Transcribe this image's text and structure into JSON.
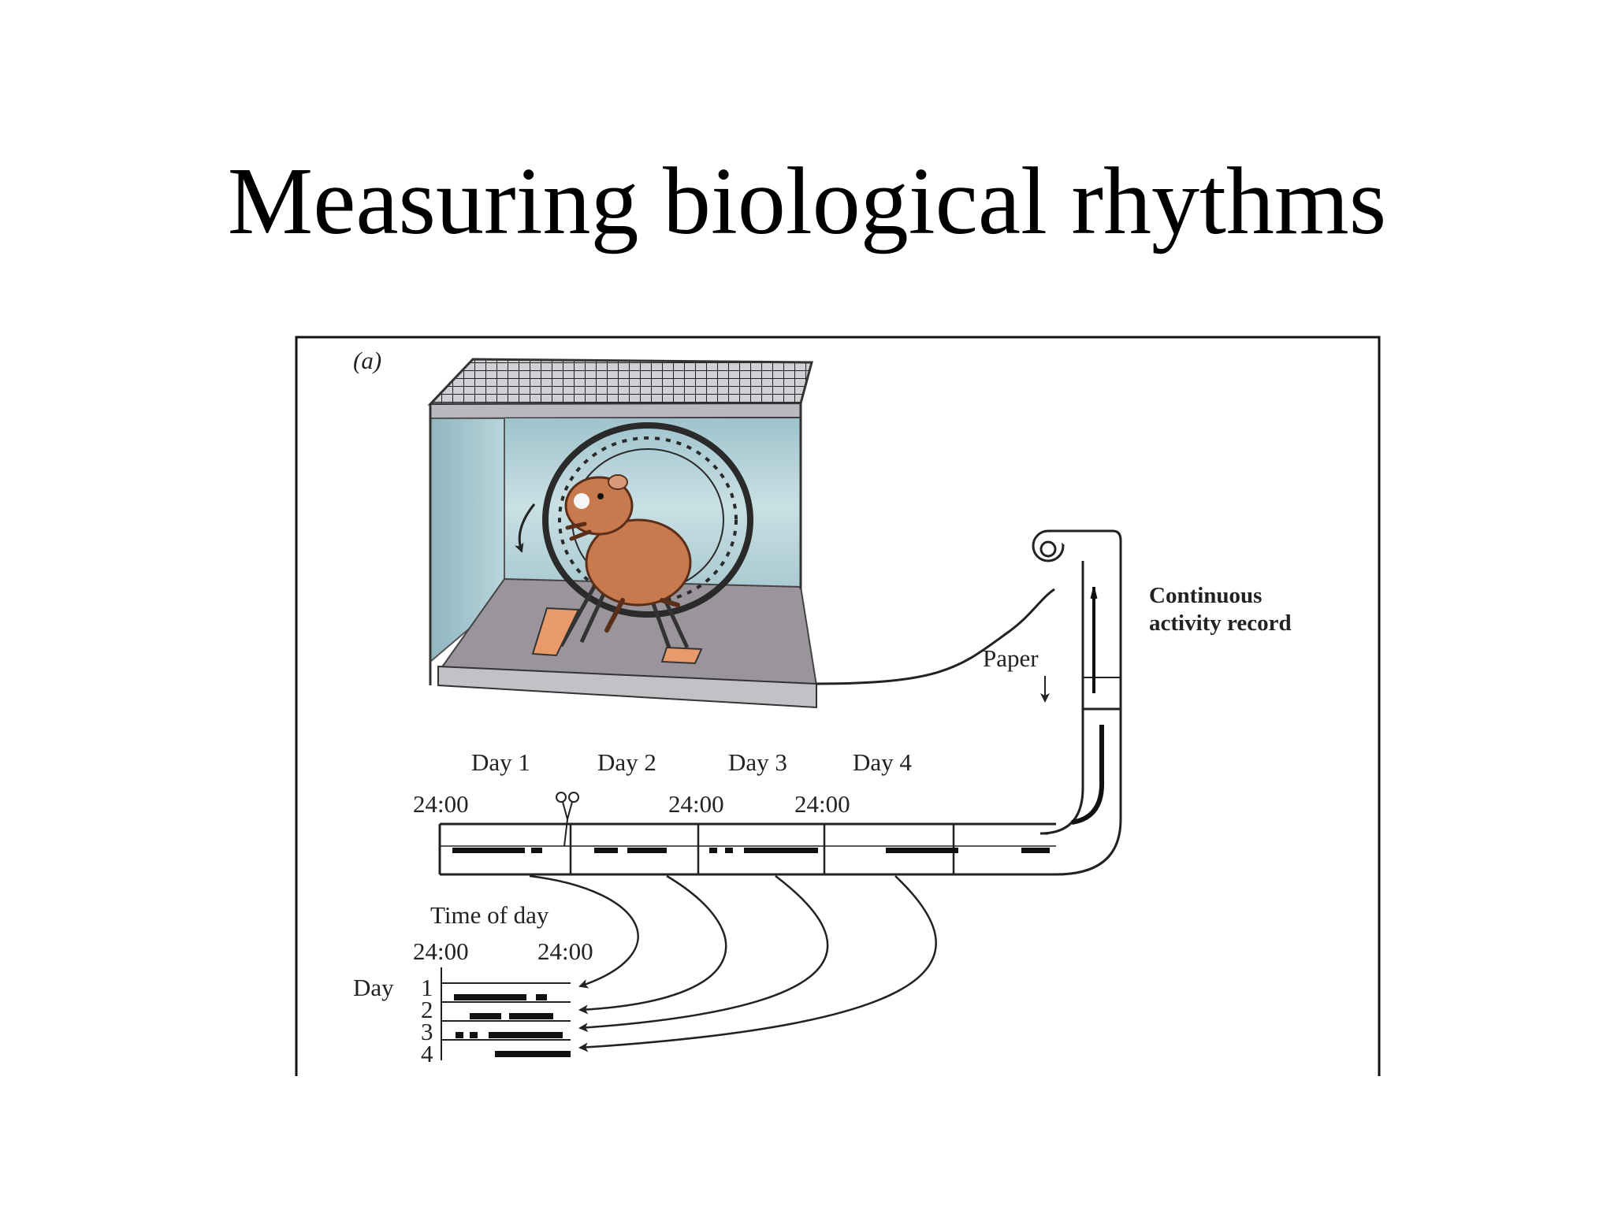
{
  "slide": {
    "title": "Measuring biological rhythms"
  },
  "figure": {
    "panel_label": "(a)",
    "record_label_line1": "Continuous",
    "record_label_line2": "activity record",
    "paper_label": "Paper",
    "strip": {
      "day_labels": [
        "Day 1",
        "Day 2",
        "Day 3",
        "Day 4"
      ],
      "time_labels": [
        "24:00",
        "24:00",
        "24:00"
      ]
    },
    "actogram": {
      "title": "Time of day",
      "time_start": "24:00",
      "time_end": "24:00",
      "day_axis_label": "Day",
      "rows": [
        "1",
        "2",
        "3",
        "4"
      ]
    }
  }
}
